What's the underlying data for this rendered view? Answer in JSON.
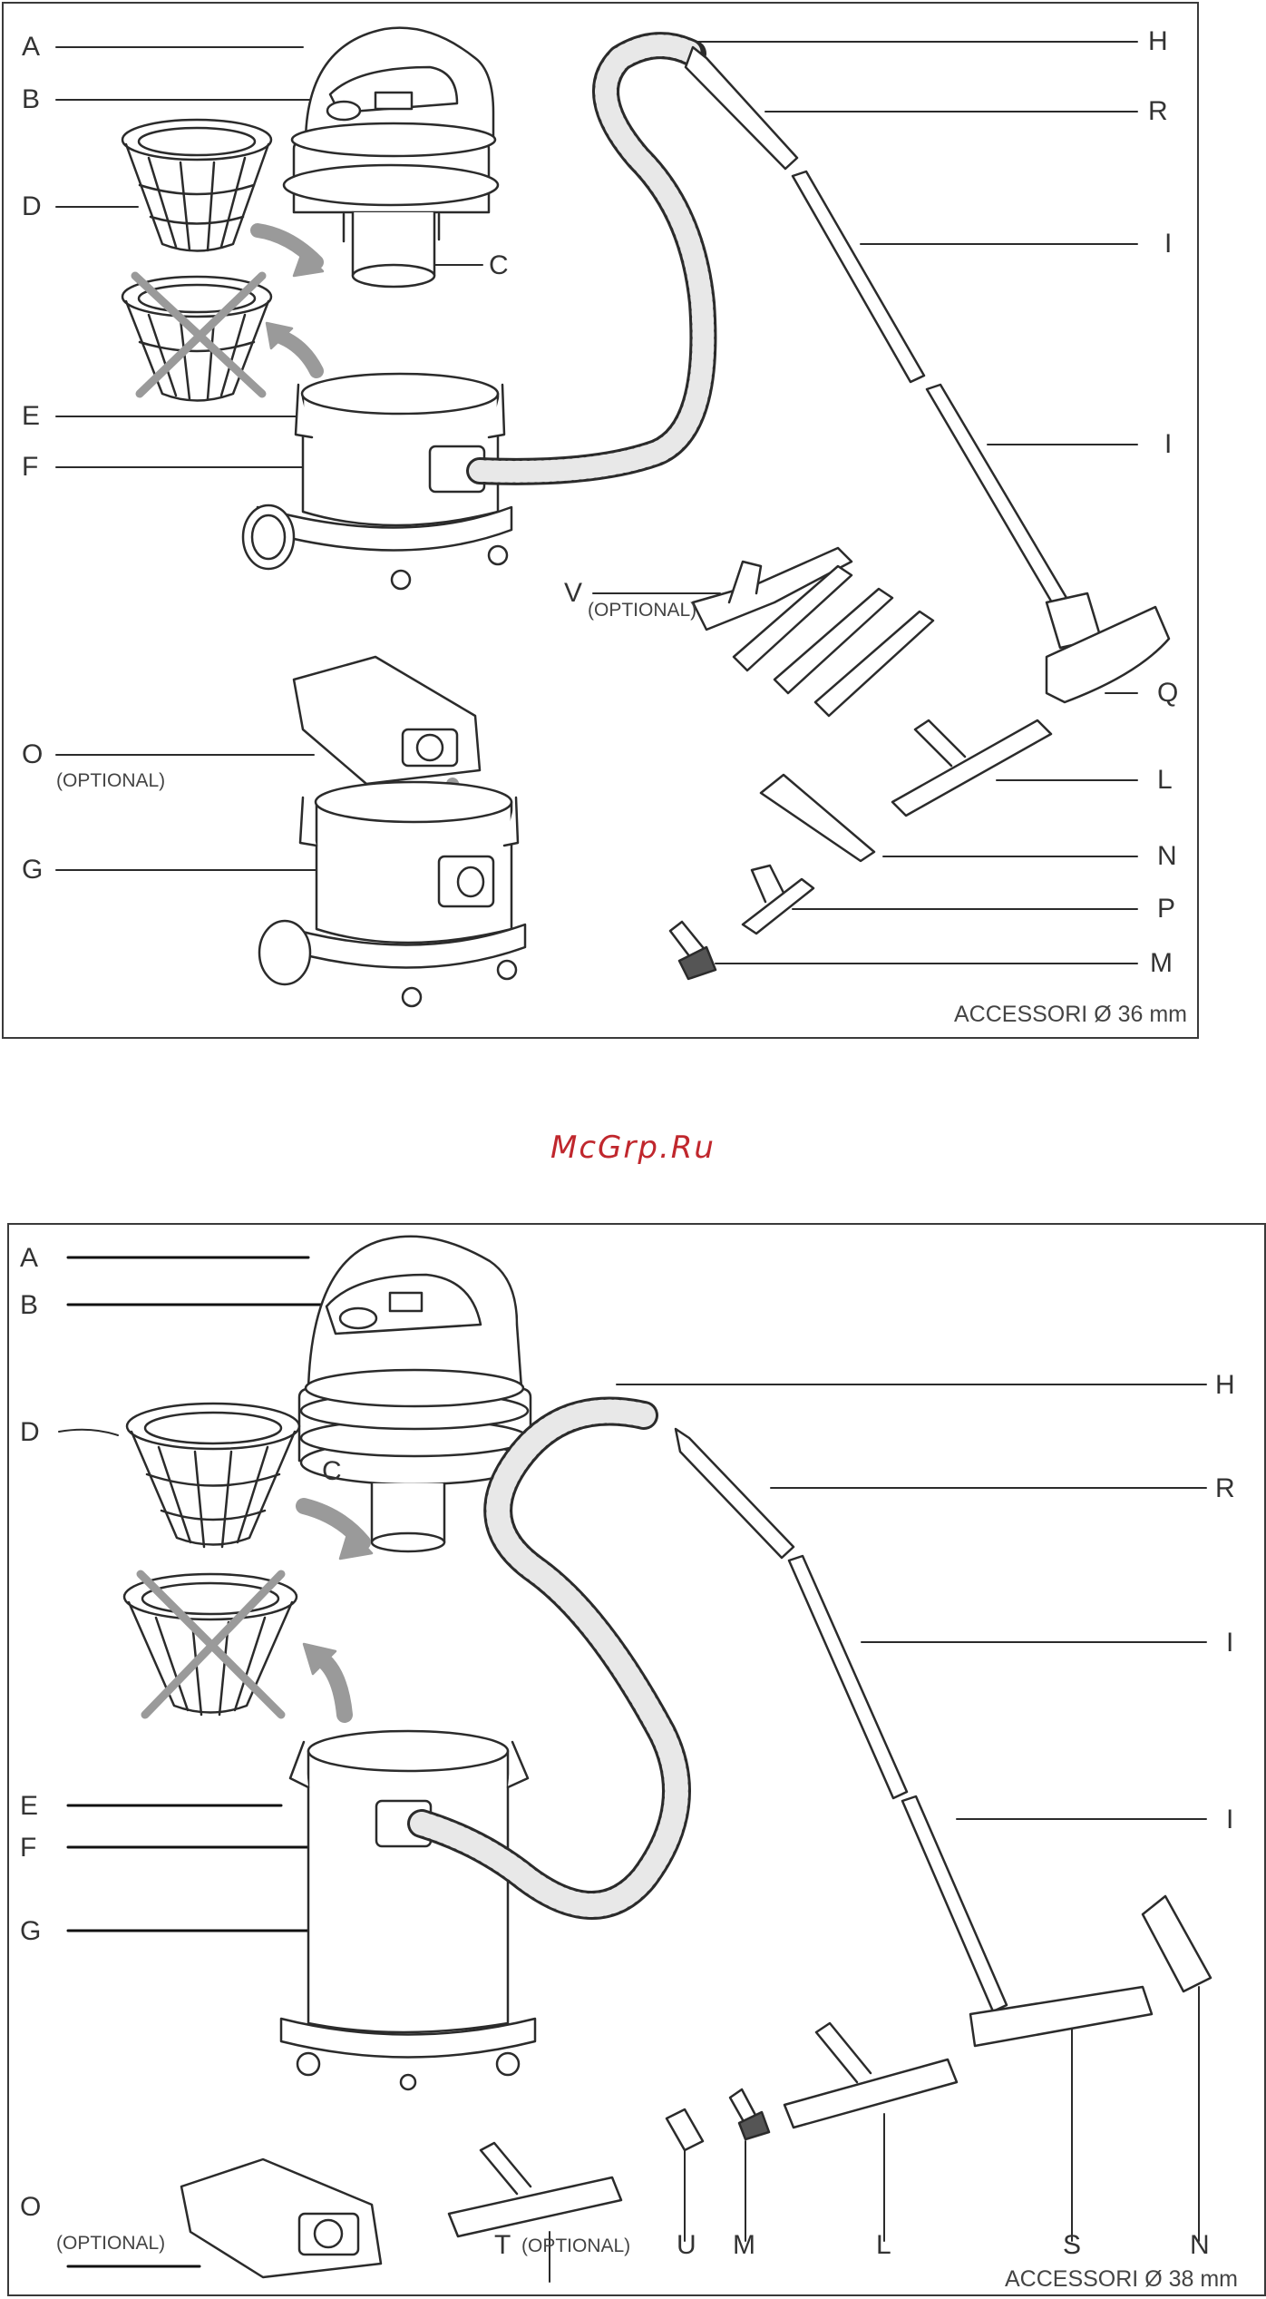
{
  "watermark": {
    "text": "McGrp.Ru",
    "color": "#c0272d"
  },
  "top_diagram": {
    "labels": {
      "A": "A",
      "B": "B",
      "D": "D",
      "C": "C",
      "E": "E",
      "F": "F",
      "O": "O",
      "G": "G",
      "H": "H",
      "R": "R",
      "I1": "I",
      "I2": "I",
      "V": "V",
      "Q": "Q",
      "L": "L",
      "N": "N",
      "P": "P",
      "M": "M"
    },
    "optional_v": "(OPTIONAL)",
    "optional_o": "(OPTIONAL)",
    "caption": "ACCESSORI Ø 36 mm"
  },
  "bottom_diagram": {
    "labels": {
      "A": "A",
      "B": "B",
      "D": "D",
      "C": "C",
      "E": "E",
      "F": "F",
      "G": "G",
      "O": "O",
      "H": "H",
      "R": "R",
      "I1": "I",
      "I2": "I",
      "T": "T",
      "U": "U",
      "M": "M",
      "L": "L",
      "S": "S",
      "N": "N"
    },
    "optional_o": "(OPTIONAL)",
    "optional_t": "(OPTIONAL)",
    "caption": "ACCESSORI Ø 38 mm"
  }
}
